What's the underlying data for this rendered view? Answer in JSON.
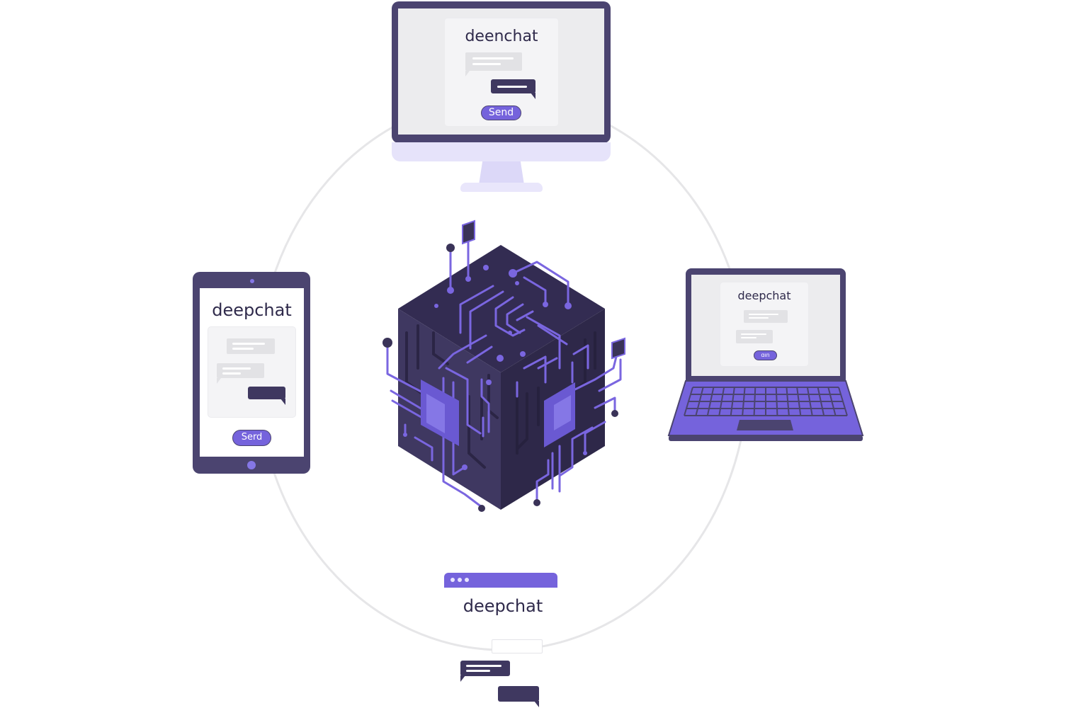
{
  "desktop": {
    "brand": "deenchat",
    "send_label": "Send"
  },
  "tablet": {
    "brand": "deepchat",
    "send_label": "Serd"
  },
  "laptop": {
    "brand": "deepchat",
    "send_label": "ɑın"
  },
  "widget": {
    "brand": "deepchat"
  },
  "hub": {
    "icon": "circuit-cube-icon"
  },
  "colors": {
    "accent": "#7563dc",
    "dark": "#4b4470",
    "cube_dark": "#3a3358",
    "ring": "#e6e6e8",
    "screen": "#ececee"
  }
}
